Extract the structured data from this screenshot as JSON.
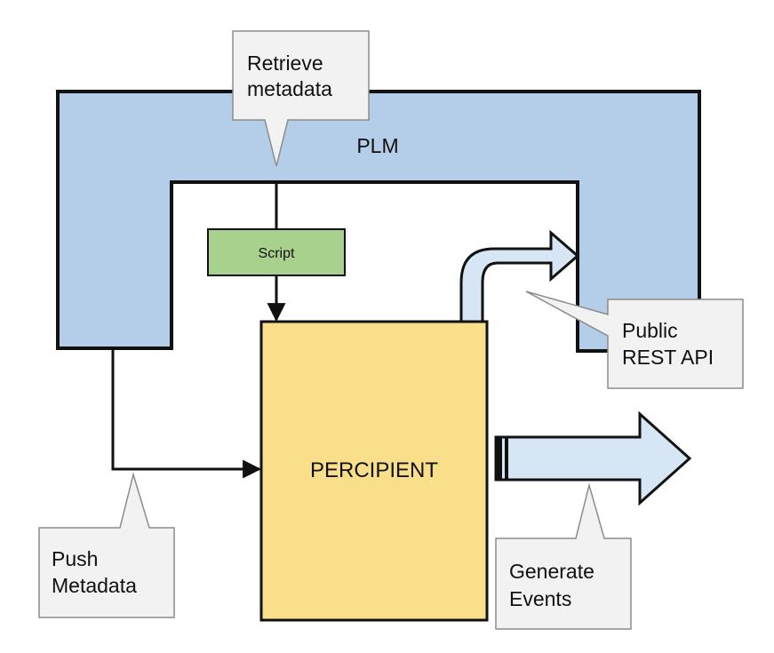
{
  "plm": {
    "label": "PLM",
    "fill": "#b4cde8",
    "stroke": "#111111"
  },
  "script_box": {
    "label": "Script",
    "fill": "#a9d18e"
  },
  "percipient": {
    "label": "PERCIPIENT",
    "fill": "#fadf8a"
  },
  "arrows": {
    "fill": "#d6e6f4"
  },
  "callouts": {
    "fill": "#f2f2f2",
    "stroke": "#8c8c8c",
    "retrieve": {
      "line1": "Retrieve",
      "line2": "metadata"
    },
    "rest_api": {
      "line1": "Public",
      "line2": "REST API"
    },
    "push": {
      "line1": "Push",
      "line2": "Metadata"
    },
    "events": {
      "line1": "Generate",
      "line2": "Events"
    }
  }
}
